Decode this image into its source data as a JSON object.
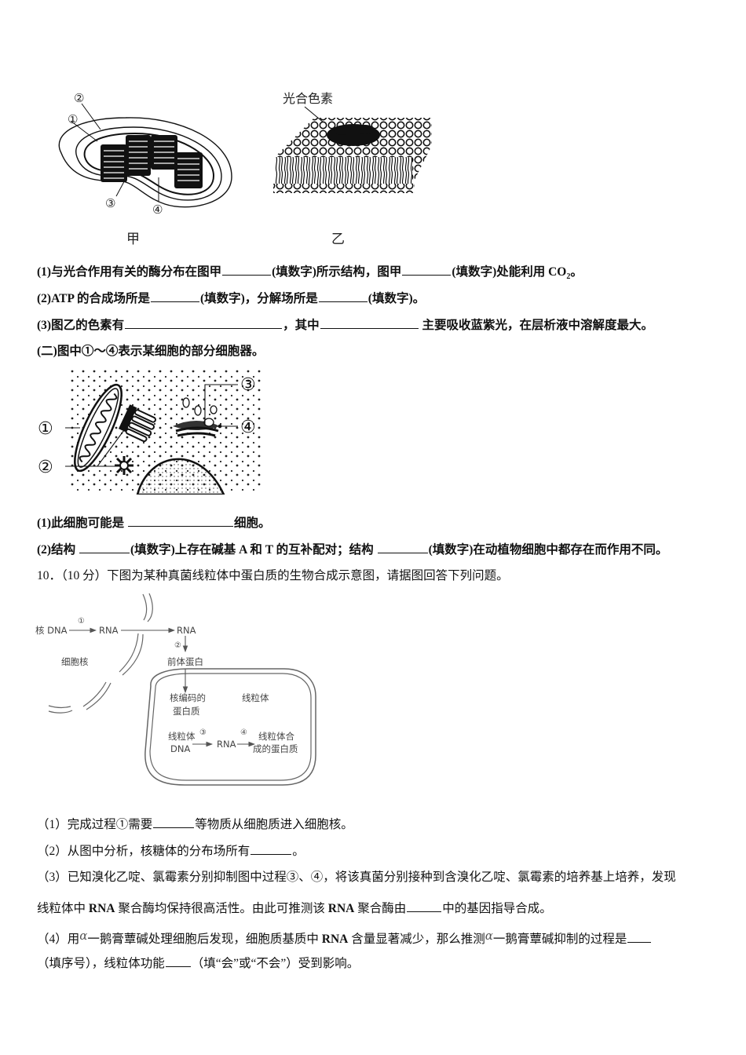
{
  "figures": {
    "chloroplast": {
      "caption": "甲",
      "labels": [
        "①",
        "②",
        "③",
        "④"
      ]
    },
    "membrane": {
      "caption": "乙",
      "label": "光合色素"
    },
    "cell_organelles": {
      "labels": [
        "①",
        "②",
        "③",
        "④"
      ]
    },
    "mitochondria_synthesis": {
      "nuclear_dna": "核 DNA",
      "step1": "①",
      "rna1": "RNA",
      "rna2": "RNA",
      "step2": "②",
      "precursor": "前体蛋白",
      "nucleus": "细胞核",
      "nuclear_encoded_1": "核编码的",
      "nuclear_encoded_2": "蛋白质",
      "mitochondrion": "线粒体",
      "mt_dna_1": "线粒体",
      "mt_dna_2": "DNA",
      "step3": "③",
      "rna3": "RNA",
      "step4": "④",
      "mt_protein_1": "线粒体合",
      "mt_protein_2": "成的蛋白质"
    }
  },
  "part1": {
    "q1": {
      "prefix": "(1)与光合作用有关的酶分布在图甲",
      "mid": "(填数字)所示结构，图甲",
      "suffix_pre": "(填数字)处能利用 CO",
      "sub": "2",
      "suffix_post": "。"
    },
    "q2": {
      "prefix": "(2)ATP 的合成场所是",
      "mid": "(填数字)，分解场所是",
      "suffix": "(填数字)。"
    },
    "q3": {
      "prefix": "(3)图乙的色素有",
      "mid": "，其中",
      "suffix": " 主要吸收蓝紫光，在层析液中溶解度最大。"
    }
  },
  "part2": {
    "intro": "(二)图中①～④表示某细胞的部分细胞器。",
    "q1": {
      "prefix": "(1)此细胞可能是 ",
      "suffix": "细胞。"
    },
    "q2": {
      "prefix": "(2)结构 ",
      "mid": "(填数字)上存在碱基 A 和 T 的互补配对；结构 ",
      "suffix": "(填数字)在动植物细胞中都存在而作用不同。"
    }
  },
  "question10": {
    "header": "10．（10 分）下图为某种真菌线粒体中蛋白质的生物合成示意图，请据图回答下列问题。",
    "q1": {
      "prefix": "（1）完成过程①需要",
      "suffix": "等物质从细胞质进入细胞核。"
    },
    "q2": {
      "prefix": "（2）从图中分析，核糖体的分布场所有",
      "suffix": "。"
    },
    "q3": {
      "line1": "（3）已知溴化乙啶、氯霉素分别抑制图中过程③、④，将该真菌分别接种到含溴化乙啶、氯霉素的培养基上培养，发现",
      "line2_a": "线粒体中 ",
      "line2_b": "RNA",
      "line2_c": " 聚合酶均保持很高活性。由此可推测该 ",
      "line2_d": "RNA",
      "line2_e": " 聚合酶由",
      "line2_f": "中的基因指导合成。"
    },
    "q4": {
      "line1_a": "（4）用",
      "alpha": "α",
      "line1_b": "一鹅膏蕈碱处理细胞后发现，细胞质基质中 ",
      "line1_rna": "RNA",
      "line1_c": " 含量显著减少，那么推测",
      "line1_d": "一鹅膏蕈碱抑制的过程是",
      "line2_a": "（填序号），线粒体功能",
      "line2_b": "（填“会”或“不会”）受到影响。"
    }
  }
}
